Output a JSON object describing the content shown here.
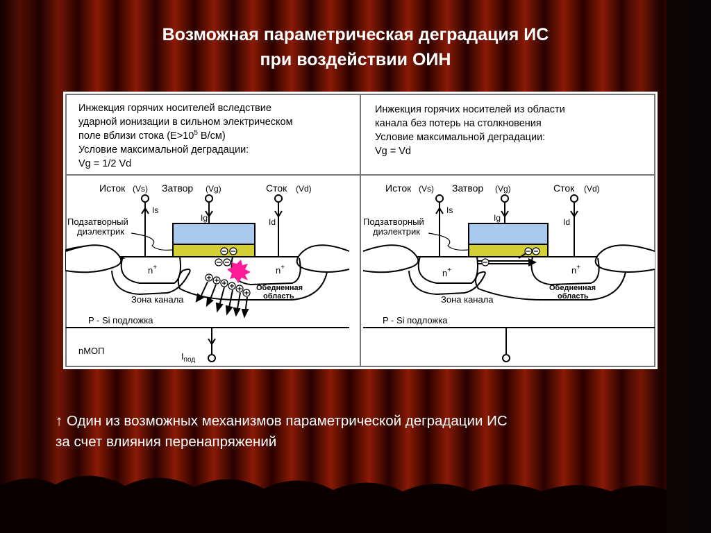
{
  "slide": {
    "title_line1": "Возможная параметрическая деградация ИС",
    "title_line2": "при воздействии ОИН",
    "caption_marker": "↑",
    "caption_line1": "Один из возможных механизмов параметрической деградации ИС",
    "caption_line2": "за счет влияния перенапряжений"
  },
  "colors": {
    "curtain_dark": "#2a0200",
    "curtain_mid": "#8a1a06",
    "gate_top": "#a9c9ef",
    "gate_oxide": "#d3cf35",
    "pink_spark": "#ff1a9a"
  },
  "left_panel": {
    "desc": [
      "Инжекция горячих носителей вследствие",
      "ударной ионизации в сильном электрическом",
      "поле вблизи стока (E>10",
      "5",
      " В/см)",
      "Условие максимальной деградации:",
      "Vg = 1/2 Vd"
    ],
    "source": "Исток",
    "source_v": "(Vs)",
    "gate": "Затвор",
    "gate_v": "(Vg)",
    "drain": "Сток",
    "drain_v": "(Vd)",
    "is": "Is",
    "ig": "Ig",
    "id": "Id",
    "dielectric_1": "Подзатворный",
    "dielectric_2": "диэлектрик",
    "n_plus": "n",
    "plus": "+",
    "channel_zone": "Зона канала",
    "depletion_1": "Обедненная",
    "depletion_2": "область",
    "substrate": "P - Si подложка",
    "device": "nМОП",
    "i_sub": "I",
    "i_sub_sub": "под"
  },
  "right_panel": {
    "desc": [
      "Инжекция горячих носителей из области",
      "канала без потерь на столкновения",
      "Условие максимальной деградации:",
      "Vg = Vd"
    ],
    "source": "Исток",
    "source_v": "(Vs)",
    "gate": "Затвор",
    "gate_v": "(Vg)",
    "drain": "Сток",
    "drain_v": "(Vd)",
    "is": "Is",
    "ig": "Ig",
    "id": "Id",
    "dielectric_1": "Подзатворный",
    "dielectric_2": "диэлектрик",
    "n_plus": "n",
    "plus": "+",
    "channel_zone": "Зона канала",
    "depletion_1": "Обедненная",
    "depletion_2": "область",
    "substrate": "P - Si подложка"
  }
}
